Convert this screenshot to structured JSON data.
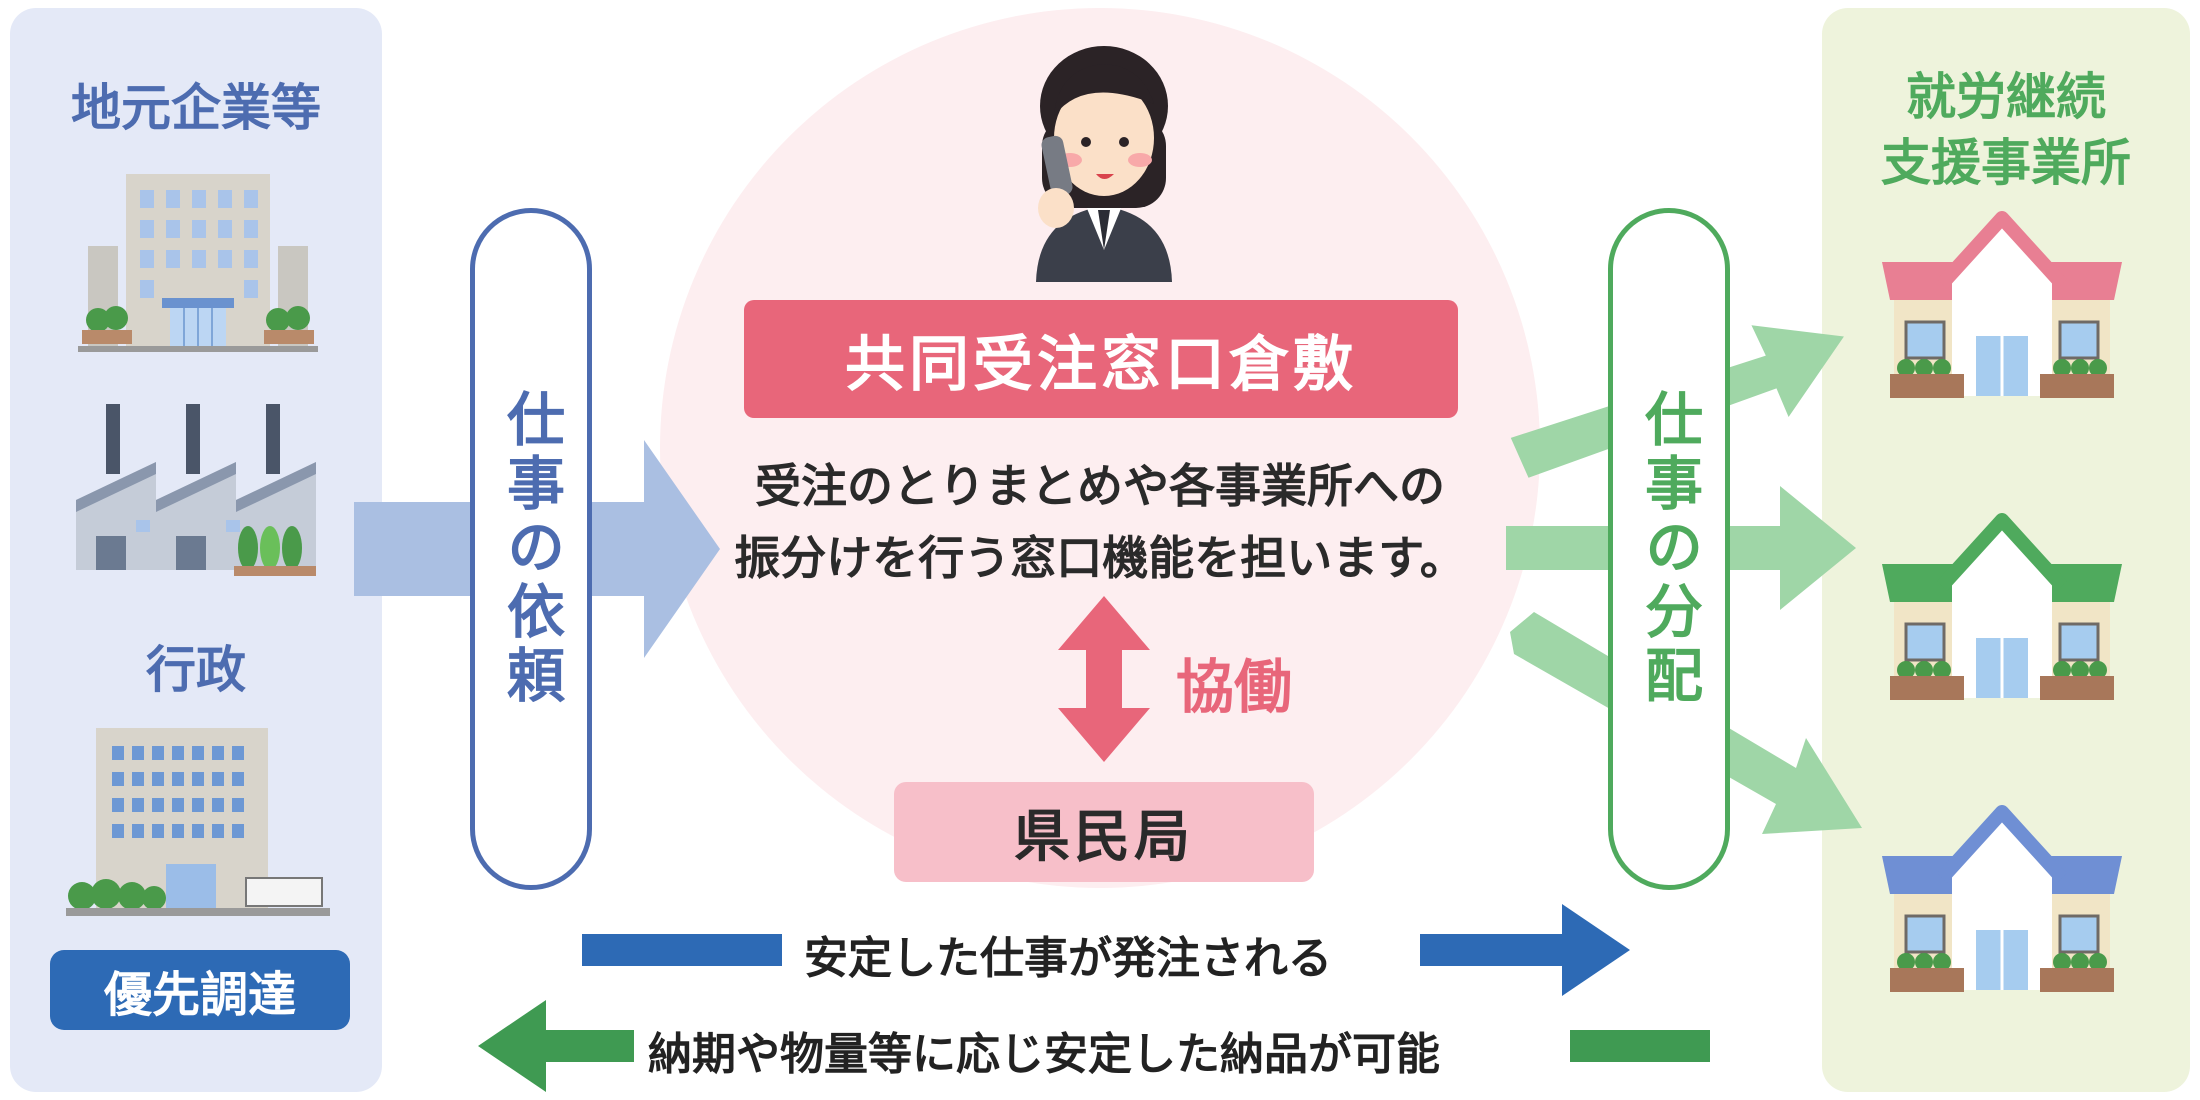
{
  "left_panel": {
    "heading": "地元企業等",
    "gov_label": "行政",
    "badge": "優先調達"
  },
  "left_pill": {
    "text": "仕事の依頼"
  },
  "center": {
    "window_title": "共同受注窓口倉敷",
    "description_line1": "受注のとりまとめや各事業所への",
    "description_line2": "振分けを行う窓口機能を担います。",
    "cooperation_label": "協働",
    "bureau": "県民局"
  },
  "right_pill": {
    "text": "仕事の分配"
  },
  "right_panel": {
    "heading_line1": "就労継続",
    "heading_line2": "支援事業所"
  },
  "flows": {
    "top": "安定した仕事が発注される",
    "bottom": "納期や物量等に応じ安定した納品が可能"
  },
  "colors": {
    "left_panel_bg": "#e4e9f7",
    "right_panel_bg": "#eef3dc",
    "blue_text": "#4d6cb0",
    "green_text": "#4faa5d",
    "red_banner": "#e8667a",
    "pink_banner": "#f7bfc9",
    "circle": "#fdeef0",
    "badge_blue": "#2d6ab5",
    "arrow_blue_light": "#aabfe2",
    "arrow_green_light": "#9fd6a7",
    "arrow_blue_dark": "#2d6ab5",
    "arrow_green_dark": "#3f9a52"
  },
  "icons": [
    "office-building-icon",
    "factory-icon",
    "government-building-icon",
    "operator-woman-icon",
    "house-pink-icon",
    "house-green-icon",
    "house-blue-icon"
  ]
}
